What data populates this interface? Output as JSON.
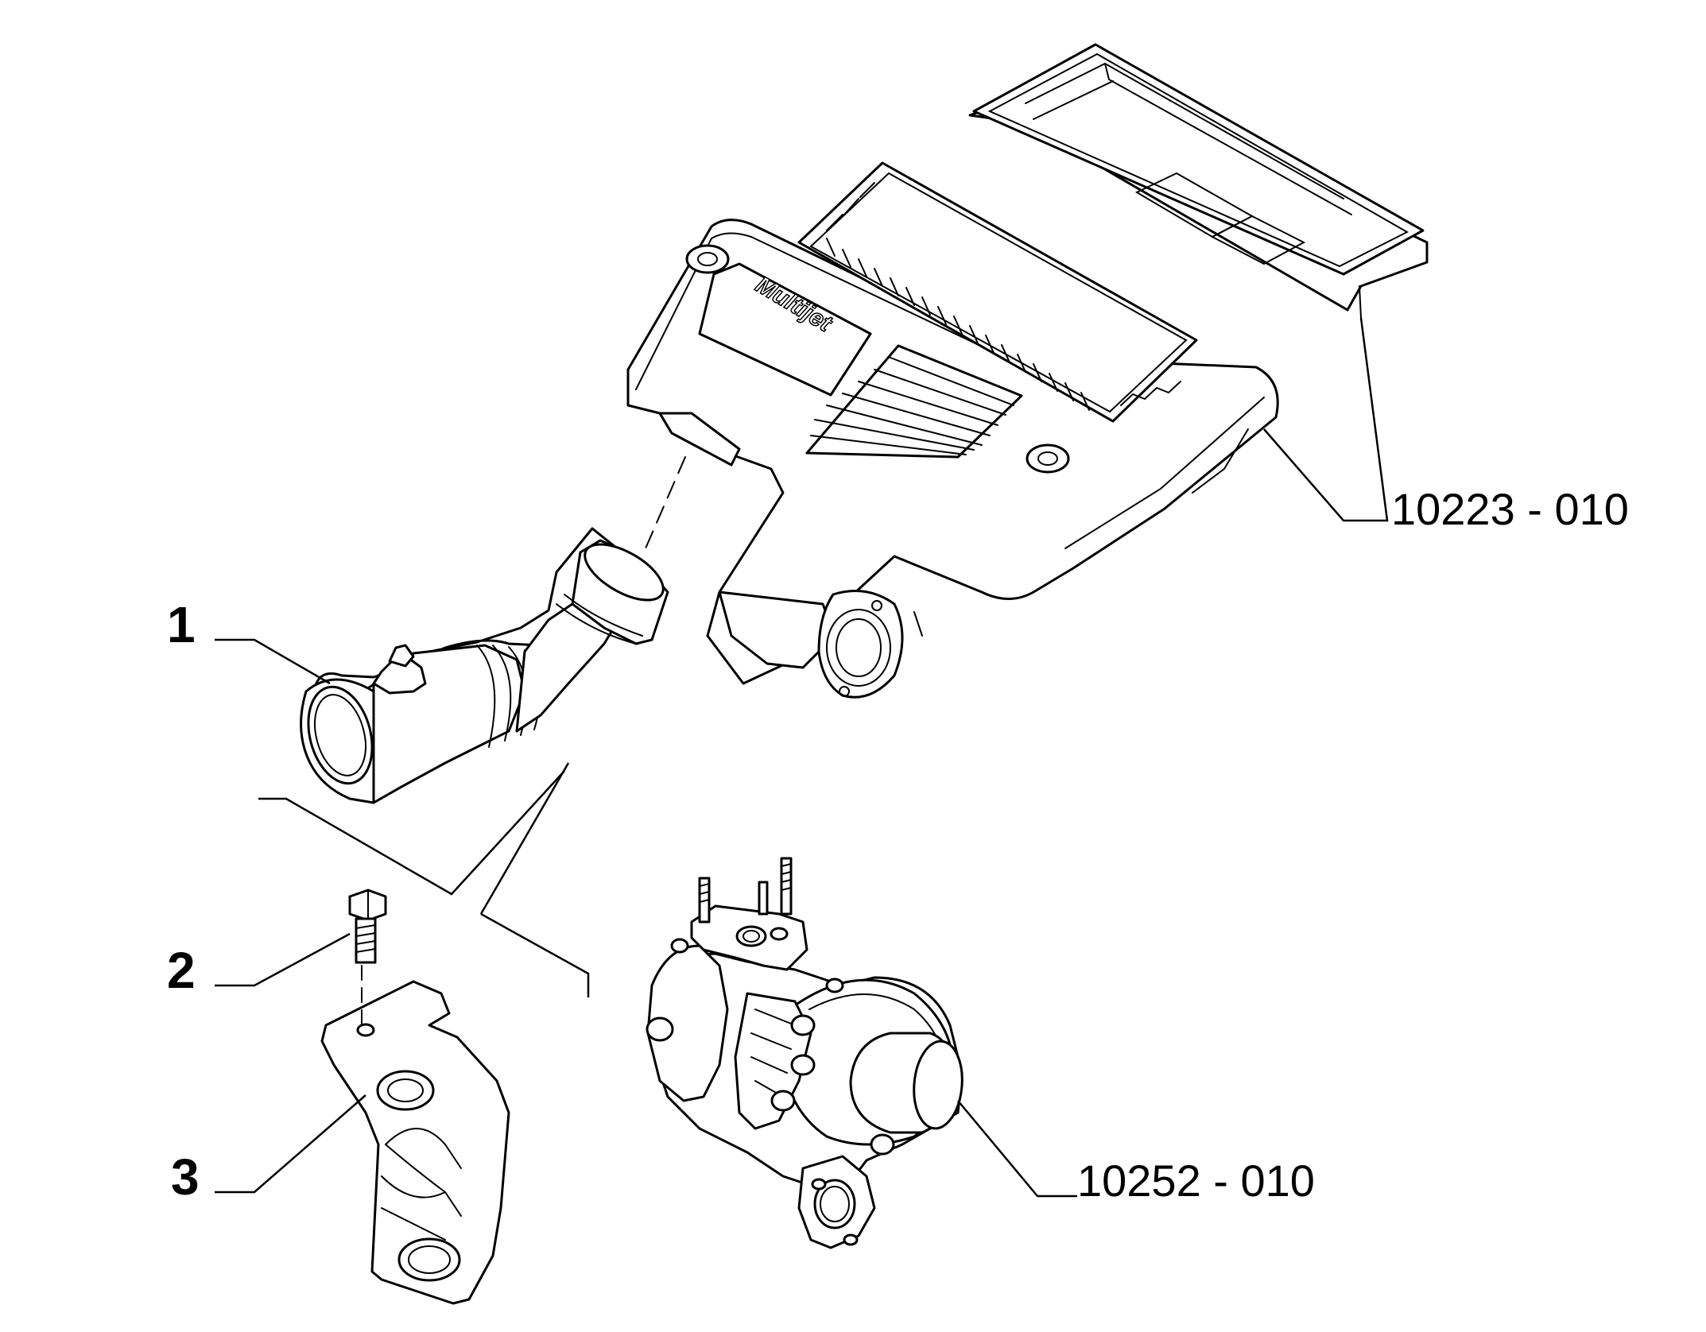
{
  "callouts": {
    "item_1": "1",
    "item_2": "2",
    "item_3": "3",
    "ref_engine_cover": "10223 - 010",
    "ref_turbocharger": "10252 - 010"
  },
  "engine_cover": {
    "logo": "Multijet"
  },
  "colors": {
    "line": "#000000",
    "background": "#ffffff"
  }
}
